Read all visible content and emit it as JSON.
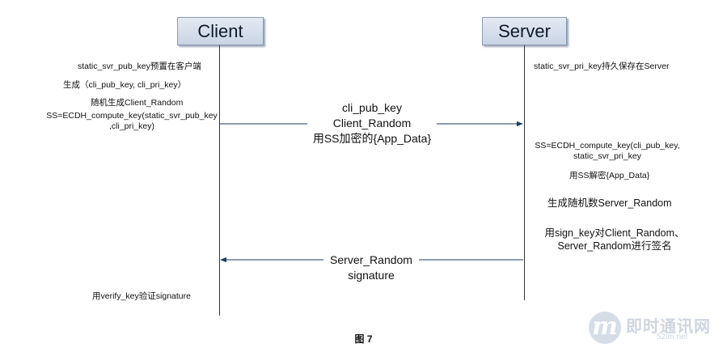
{
  "actors": {
    "client": "Client",
    "server": "Server"
  },
  "client_notes": {
    "preset_key": "static_svr_pub_key预置在客户端",
    "gen_keypair": "生成（cli_pub_key, cli_pri_key）",
    "gen_random": "随机生成Client_Random",
    "ss_line1": "SS=ECDH_compute_key(static_svr_pub_key",
    "ss_line2": ",cli_pri_key)",
    "verify": "用verify_key验证signature"
  },
  "server_notes": {
    "stored_key": "static_svr_pri_key持久保存在Server",
    "ss_line1": "SS=ECDH_compute_key(cli_pub_key,",
    "ss_line2": "static_svr_pri_key",
    "decrypt": "用SS解密{App_Data}",
    "gen_random": "生成随机数Server_Random",
    "sign_line1": "用sign_key对Client_Random、",
    "sign_line2": "Server_Random进行签名"
  },
  "messages": {
    "request": [
      "cli_pub_key",
      "Client_Random",
      "用SS加密的{App_Data}"
    ],
    "response": [
      "Server_Random",
      "signature"
    ]
  },
  "caption": "图 7",
  "watermark": {
    "logo": "m",
    "name_cn": "即时通讯网",
    "site": "52im.net"
  },
  "colors": {
    "arrow": "#1f3a60",
    "actor_fill": "#c9d5e4",
    "lifeline": "#333333"
  }
}
